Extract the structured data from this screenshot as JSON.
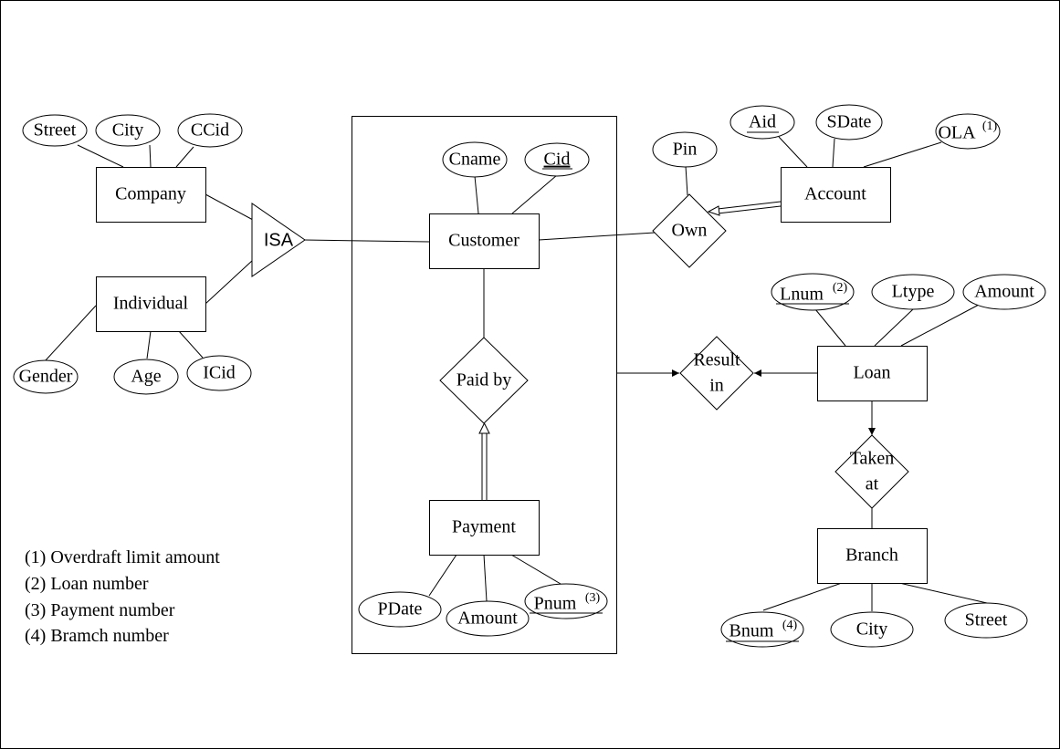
{
  "diagram": {
    "entities": {
      "company": "Company",
      "individual": "Individual",
      "customer": "Customer",
      "payment": "Payment",
      "account": "Account",
      "loan": "Loan",
      "branch": "Branch"
    },
    "isa": "ISA",
    "relationships": {
      "own": "Own",
      "paid_by": "Paid by",
      "result_in": [
        "Result",
        "in"
      ],
      "taken_at": [
        "Taken",
        "at"
      ]
    },
    "attributes": {
      "company_street": "Street",
      "company_city": "City",
      "company_ccid": "CCid",
      "individual_gender": "Gender",
      "individual_age": "Age",
      "individual_icid": "ICid",
      "customer_cname": "Cname",
      "customer_cid": "Cid",
      "account_pin": "Pin",
      "account_aid": "Aid",
      "account_sdate": "SDate",
      "account_ola": "OLA",
      "account_ola_note": "(1)",
      "loan_lnum": "Lnum",
      "loan_lnum_note": "(2)",
      "loan_ltype": "Ltype",
      "loan_amount": "Amount",
      "payment_pdate": "PDate",
      "payment_amount": "Amount",
      "payment_pnum": "Pnum",
      "payment_pnum_note": "(3)",
      "branch_bnum": "Bnum",
      "branch_bnum_note": "(4)",
      "branch_city": "City",
      "branch_street": "Street"
    },
    "notes": [
      "(1) Overdraft limit amount",
      "(2) Loan number",
      "(3) Payment number",
      "(4) Bramch number"
    ]
  }
}
